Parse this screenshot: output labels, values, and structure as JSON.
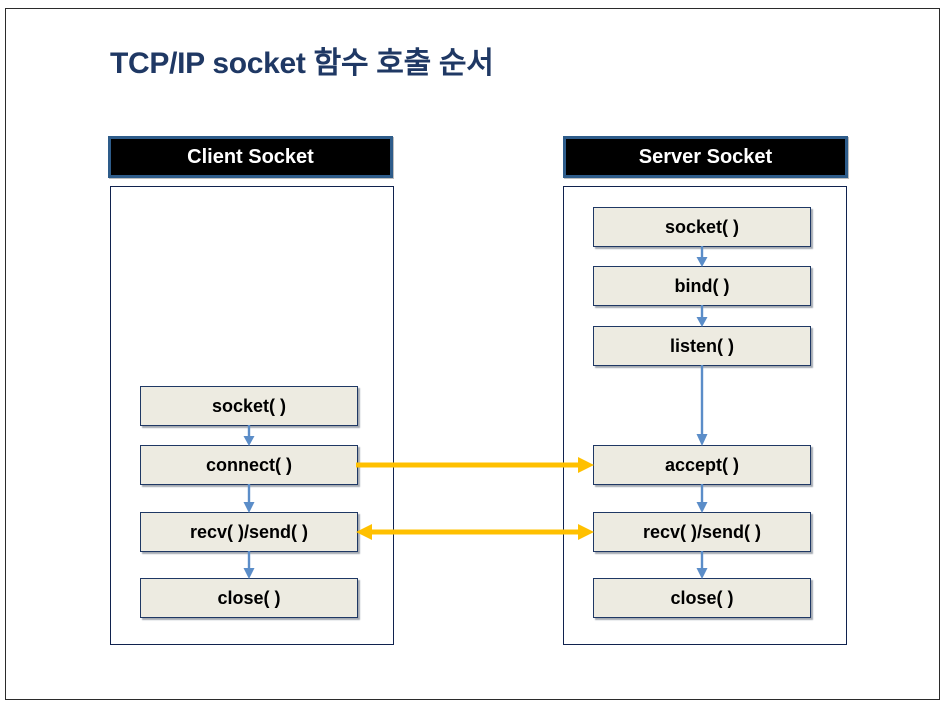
{
  "slide": {
    "title": "TCP/IP socket 함수 호출 순서",
    "background_color": "#FFFFFF",
    "title_color": "#1F3864",
    "frame_color": "#2B2B2B"
  },
  "colors": {
    "header_fill": "#000000",
    "header_border": "#2E5C8A",
    "header_text": "#FFFFFF",
    "panel_border": "#10224E",
    "box_fill": "#EDEBE1",
    "box_border": "#1F3864",
    "box_text": "#000000",
    "vertical_arrow": "#5B8DC8",
    "horizontal_arrow": "#FFC000"
  },
  "columns": [
    {
      "id": "client",
      "header": "Client Socket",
      "steps": [
        {
          "id": "c-socket",
          "label": "socket( )"
        },
        {
          "id": "c-connect",
          "label": "connect( )"
        },
        {
          "id": "c-recvsend",
          "label": "recv( )/send( )"
        },
        {
          "id": "c-close",
          "label": "close( )"
        }
      ]
    },
    {
      "id": "server",
      "header": "Server Socket",
      "steps": [
        {
          "id": "s-socket",
          "label": "socket( )"
        },
        {
          "id": "s-bind",
          "label": "bind( )"
        },
        {
          "id": "s-listen",
          "label": "listen( )"
        },
        {
          "id": "s-accept",
          "label": "accept( )"
        },
        {
          "id": "s-recvsend",
          "label": "recv( )/send( )"
        },
        {
          "id": "s-close",
          "label": "close( )"
        }
      ]
    }
  ],
  "connectors": {
    "client_vertical": [
      {
        "from": "socket( )",
        "to": "connect( )"
      },
      {
        "from": "connect( )",
        "to": "recv( )/send( )"
      },
      {
        "from": "recv( )/send( )",
        "to": "close( )"
      }
    ],
    "server_vertical": [
      {
        "from": "socket( )",
        "to": "bind( )"
      },
      {
        "from": "bind( )",
        "to": "listen( )"
      },
      {
        "from": "listen( )",
        "to": "accept( )"
      },
      {
        "from": "accept( )",
        "to": "recv( )/send( )"
      },
      {
        "from": "recv( )/send( )",
        "to": "close( )"
      }
    ],
    "cross": [
      {
        "from": "connect( )",
        "to": "accept( )",
        "direction": "right"
      },
      {
        "from": "recv( )/send( )",
        "to": "recv( )/send( )",
        "direction": "both"
      }
    ]
  }
}
